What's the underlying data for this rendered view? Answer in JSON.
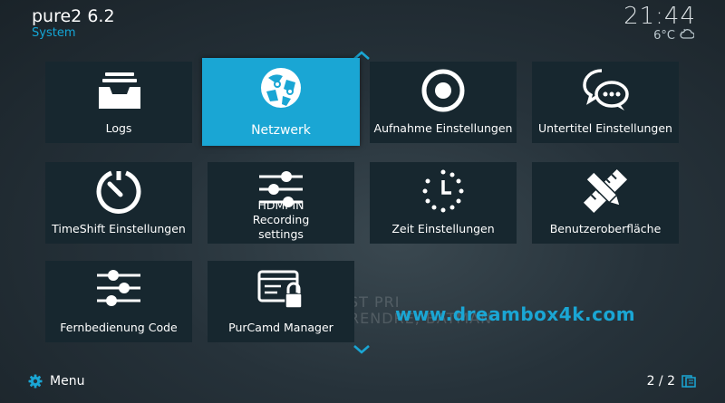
{
  "header": {
    "title": "pure2 6.2",
    "subtitle": "System",
    "clock": "21:44",
    "temperature": "6°C"
  },
  "tiles": [
    {
      "label": "Logs",
      "icon": "tray-icon"
    },
    {
      "label": "Netzwerk",
      "icon": "globe-network-icon",
      "selected": true
    },
    {
      "label": "Aufnahme Einstellungen",
      "icon": "record-icon"
    },
    {
      "label": "Untertitel Einstellungen",
      "icon": "speech-bubble-icon"
    },
    {
      "label": "TimeShift Einstellungen",
      "icon": "timer-icon"
    },
    {
      "label": "HDMI-IN Recording settings",
      "icon": "sliders-icon"
    },
    {
      "label": "Zeit Einstellungen",
      "icon": "clock-icon"
    },
    {
      "label": "Benutzeroberfläche",
      "icon": "pencil-ruler-icon"
    },
    {
      "label": "Fernbedienung Code",
      "icon": "sliders-icon"
    },
    {
      "label": "PurCamd Manager",
      "icon": "card-lock-icon"
    }
  ],
  "background_text": [
    "ST PRI",
    "RENDRE, BATMAN"
  ],
  "watermark": "www.dreambox4k.com",
  "footer": {
    "menu_label": "Menu",
    "page_indicator": "2 / 2"
  },
  "colors": {
    "accent": "#1aa6d4",
    "tile": "#17272f"
  }
}
